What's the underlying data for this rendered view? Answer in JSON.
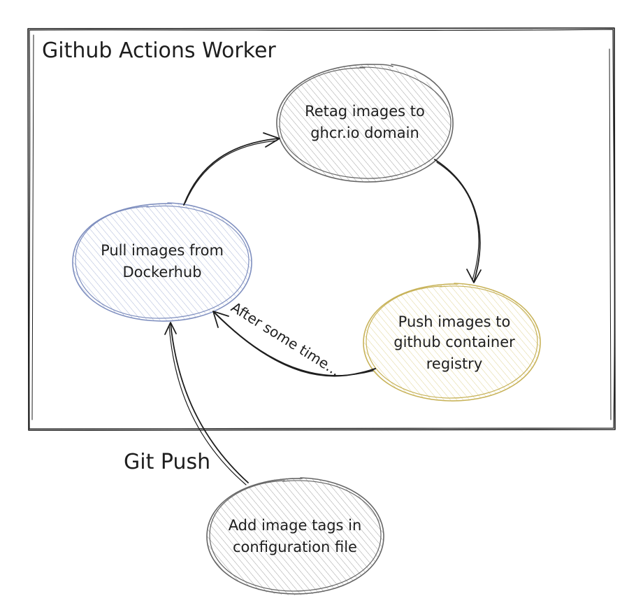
{
  "diagram": {
    "container": {
      "title": "Github Actions Worker"
    },
    "nodes": [
      {
        "id": "retag",
        "lines": [
          "Retag images to",
          "ghcr.io domain"
        ],
        "stroke": "#666666",
        "hatch": "#9a9a9a"
      },
      {
        "id": "pull",
        "lines": [
          "Pull images from",
          "Dockerhub"
        ],
        "stroke": "#7f8fbf",
        "hatch": "#a9b4d6"
      },
      {
        "id": "push",
        "lines": [
          "Push images to",
          "github container",
          "registry"
        ],
        "stroke": "#c8b35a",
        "hatch": "#ddd08f"
      },
      {
        "id": "config",
        "lines": [
          "Add image tags in",
          "configuration file"
        ],
        "stroke": "#666666",
        "hatch": "#9a9a9a"
      }
    ],
    "edges": [
      {
        "id": "pull-to-retag",
        "from": "pull",
        "to": "retag",
        "label": ""
      },
      {
        "id": "retag-to-push",
        "from": "retag",
        "to": "push",
        "label": ""
      },
      {
        "id": "push-to-pull",
        "from": "push",
        "to": "pull",
        "label": "After some time..."
      },
      {
        "id": "config-to-pull",
        "from": "config",
        "to": "pull",
        "label": "Git Push"
      }
    ]
  }
}
